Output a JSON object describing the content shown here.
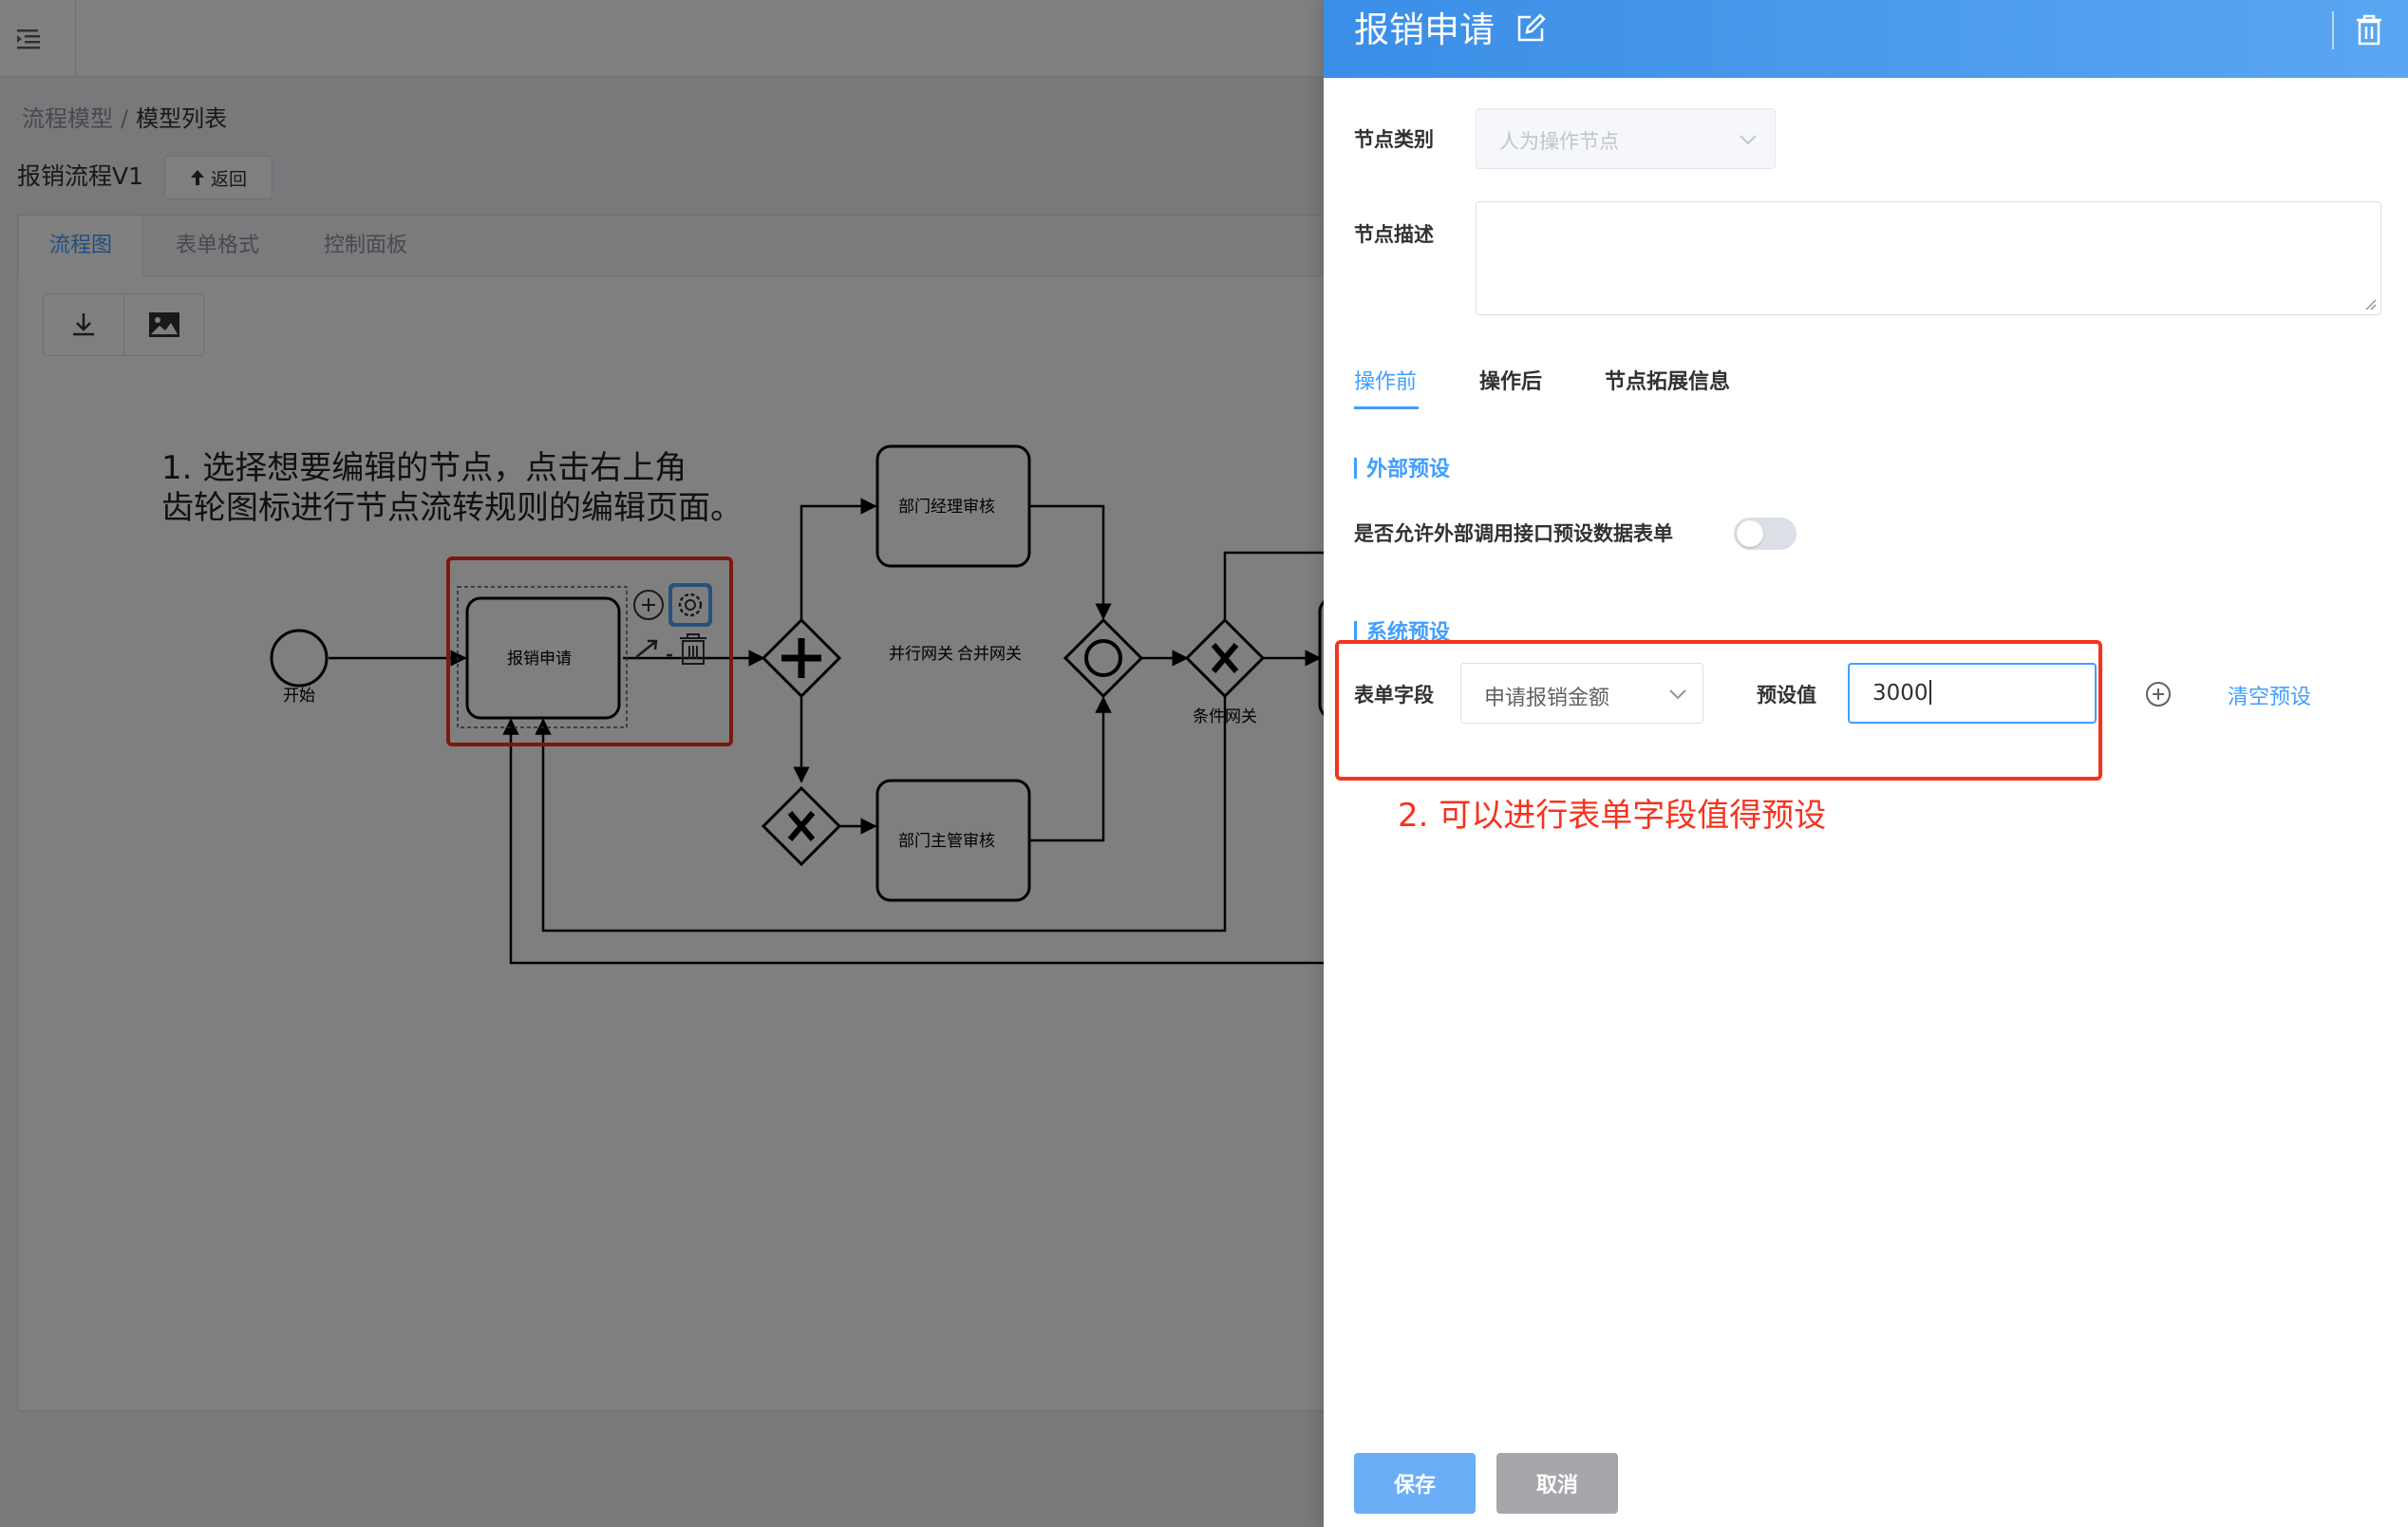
{
  "breadcrumb": {
    "parent": "流程模型",
    "separator": "/",
    "current": "模型列表"
  },
  "model": {
    "title": "报销流程V1",
    "back_label": "返回"
  },
  "left_tabs": [
    {
      "label": "流程图"
    },
    {
      "label": "表单格式"
    },
    {
      "label": "控制面板"
    }
  ],
  "diagram": {
    "start_label": "开始",
    "task_apply": "报销申请",
    "task_manager": "部门经理审核",
    "task_supervisor": "部门主管审核",
    "parallel_label": "并行网关",
    "merge_label": "合并网关",
    "condition_label": "条件网关"
  },
  "annotation_1": {
    "line1": "1. 选择想要编辑的节点，点击右上角",
    "line2": "齿轮图标进行节点流转规则的编辑页面。"
  },
  "drawer": {
    "title": "报销申请",
    "node_type_label": "节点类别",
    "node_type_value": "人为操作节点",
    "node_desc_label": "节点描述",
    "node_desc_value": "",
    "tabs": [
      {
        "label": "操作前"
      },
      {
        "label": "操作后"
      },
      {
        "label": "节点拓展信息"
      }
    ],
    "external_section": "外部预设",
    "external_toggle_label": "是否允许外部调用接口预设数据表单",
    "system_section": "系统预设",
    "field_label": "表单字段",
    "field_value": "申请报销金额",
    "preset_label": "预设值",
    "preset_value": "3000",
    "clear_link": "清空预设",
    "save_label": "保存",
    "cancel_label": "取消"
  },
  "annotation_2": "2. 可以进行表单字段值得预设",
  "colors": {
    "primary": "#409eff",
    "highlight": "#f5331d",
    "header_gradient_start": "#3a8ee6",
    "header_gradient_end": "#5aa6f2"
  },
  "icons": [
    "hamburger-icon",
    "download-icon",
    "image-icon",
    "up-arrow-icon",
    "edit-icon",
    "trash-icon",
    "gear-icon",
    "plus-circle-icon",
    "chevron-down-icon"
  ]
}
